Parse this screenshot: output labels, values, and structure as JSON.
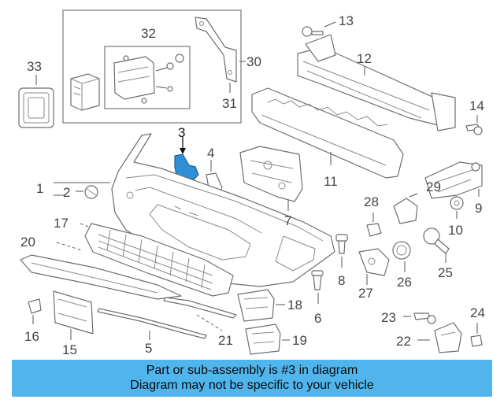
{
  "diagram": {
    "highlight_color": "#2f8fd6",
    "highlighted_part": "3",
    "callouts": [
      {
        "id": "1",
        "text": "1"
      },
      {
        "id": "2",
        "text": "2"
      },
      {
        "id": "3",
        "text": "3"
      },
      {
        "id": "4",
        "text": "4"
      },
      {
        "id": "5",
        "text": "5"
      },
      {
        "id": "6",
        "text": "6"
      },
      {
        "id": "7",
        "text": "7"
      },
      {
        "id": "8",
        "text": "8"
      },
      {
        "id": "9",
        "text": "9"
      },
      {
        "id": "10",
        "text": "10"
      },
      {
        "id": "11",
        "text": "11"
      },
      {
        "id": "12",
        "text": "12"
      },
      {
        "id": "13",
        "text": "13"
      },
      {
        "id": "14",
        "text": "14"
      },
      {
        "id": "15",
        "text": "15"
      },
      {
        "id": "16",
        "text": "16"
      },
      {
        "id": "17",
        "text": "17"
      },
      {
        "id": "18",
        "text": "18"
      },
      {
        "id": "19",
        "text": "19"
      },
      {
        "id": "20",
        "text": "20"
      },
      {
        "id": "21",
        "text": "21"
      },
      {
        "id": "22",
        "text": "22"
      },
      {
        "id": "23",
        "text": "23"
      },
      {
        "id": "24",
        "text": "24"
      },
      {
        "id": "25",
        "text": "25"
      },
      {
        "id": "26",
        "text": "26"
      },
      {
        "id": "27",
        "text": "27"
      },
      {
        "id": "28",
        "text": "28"
      },
      {
        "id": "29",
        "text": "29"
      },
      {
        "id": "30",
        "text": "30"
      },
      {
        "id": "31",
        "text": "31"
      },
      {
        "id": "32",
        "text": "32"
      },
      {
        "id": "33",
        "text": "33"
      }
    ]
  },
  "banner": {
    "line1": "Part or sub-assembly is #3 in diagram",
    "line2": "Diagram may not be specific to your vehicle",
    "background": "#4fb5ec"
  }
}
